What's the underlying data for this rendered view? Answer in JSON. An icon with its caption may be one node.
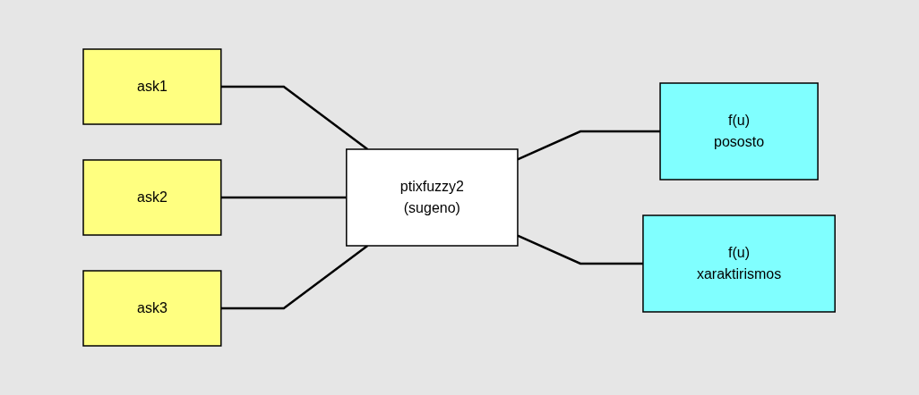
{
  "diagram": {
    "nodes": [
      {
        "text": [
          "ask1"
        ]
      },
      {
        "text": [
          "ask2"
        ]
      },
      {
        "text": [
          "ask3"
        ]
      },
      {
        "text": [
          "ptixfuzzy2",
          "(sugeno)"
        ]
      },
      {
        "text": [
          "f(u)",
          "pososto"
        ]
      },
      {
        "text": [
          "f(u)",
          "xaraktirismos"
        ]
      }
    ],
    "edges": [
      {
        "from": 0,
        "to": 3,
        "arrow": "none"
      },
      {
        "from": 1,
        "to": 3,
        "arrow": "none"
      },
      {
        "from": 2,
        "to": 3,
        "arrow": "none"
      },
      {
        "from": 3,
        "to": 4,
        "arrow": "none"
      },
      {
        "from": 3,
        "to": 5,
        "arrow": "none"
      }
    ]
  }
}
